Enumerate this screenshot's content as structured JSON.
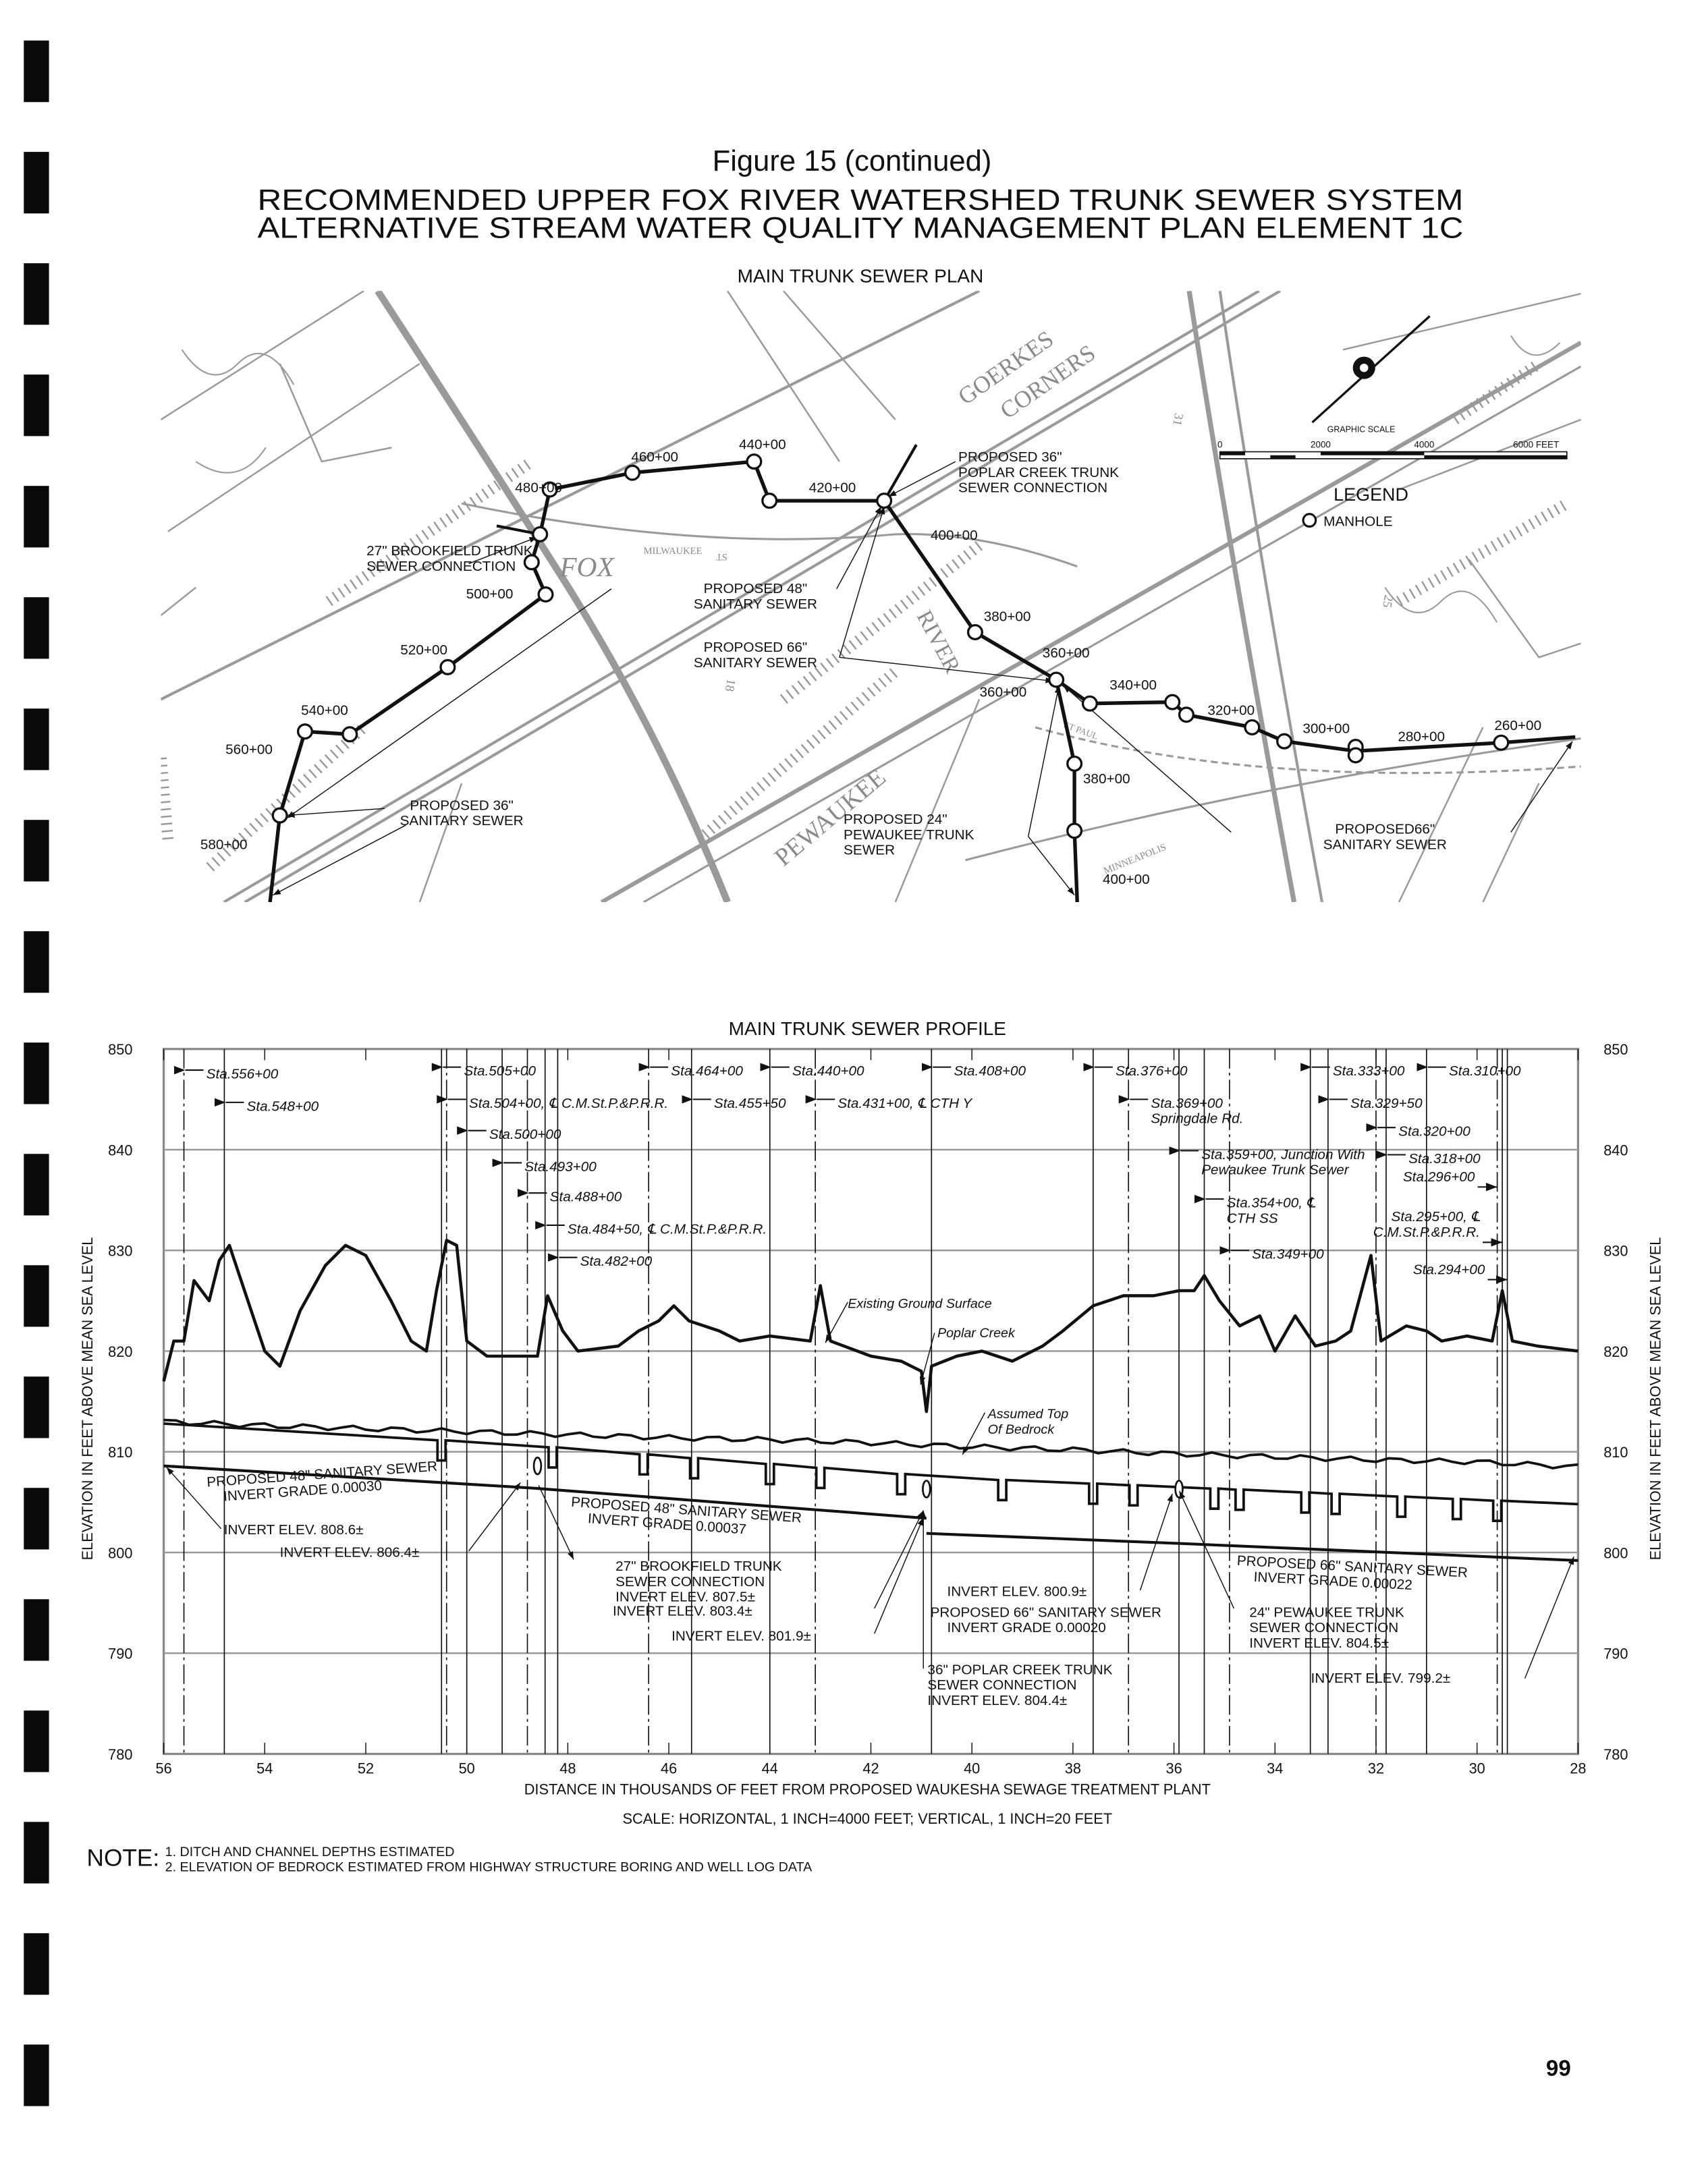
{
  "page": {
    "figure_label": "Figure 15 (continued)",
    "title_line1": "RECOMMENDED UPPER FOX RIVER WATERSHED TRUNK SEWER SYSTEM",
    "title_line2": "ALTERNATIVE STREAM WATER QUALITY MANAGEMENT PLAN ELEMENT 1C",
    "page_number": "99"
  },
  "plan": {
    "heading": "MAIN TRUNK SEWER PLAN",
    "stations": [
      "580+00",
      "560+00",
      "540+00",
      "520+00",
      "500+00",
      "480+00",
      "460+00",
      "440+00",
      "420+00",
      "400+00",
      "380+00",
      "360+00",
      "360+00",
      "340+00",
      "320+00",
      "300+00",
      "280+00",
      "260+00",
      "380+00",
      "400+00"
    ],
    "callouts": [
      {
        "lines": [
          "27\" BROOKFIELD TRUNK",
          "SEWER CONNECTION"
        ]
      },
      {
        "lines": [
          "PROPOSED 48\"",
          "SANITARY SEWER"
        ]
      },
      {
        "lines": [
          "PROPOSED 66\"",
          "SANITARY SEWER"
        ]
      },
      {
        "lines": [
          "PROPOSED 36\"",
          "POPLAR CREEK TRUNK",
          "SEWER CONNECTION"
        ]
      },
      {
        "lines": [
          "PROPOSED 36\"",
          "SANITARY SEWER"
        ]
      },
      {
        "lines": [
          "PROPOSED 24\"",
          "PEWAUKEE TRUNK",
          "SEWER"
        ]
      },
      {
        "lines": [
          "PROPOSED66\"",
          "SANITARY SEWER"
        ]
      }
    ],
    "map_labels": [
      "GOERKES",
      "CORNERS",
      "FOX",
      "RIVER",
      "PEWAUKEE",
      "MILWAUKEE",
      "ST",
      "ST PAUL",
      "MINNEAPOLIS",
      "18",
      "25",
      "31"
    ],
    "graphic_scale": {
      "title": "GRAPHIC SCALE",
      "ticks": [
        "0",
        "2000",
        "4000",
        "6000 FEET"
      ]
    },
    "legend": {
      "title": "LEGEND",
      "items": [
        {
          "label": "MANHOLE"
        }
      ]
    }
  },
  "chart_data": {
    "type": "line",
    "title": "MAIN TRUNK SEWER PROFILE",
    "xlabel": "DISTANCE IN THOUSANDS OF FEET FROM PROPOSED WAUKESHA SEWAGE TREATMENT PLANT",
    "ylabel": "ELEVATION IN FEET ABOVE MEAN SEA LEVEL",
    "scale_note": "SCALE: HORIZONTAL, 1 INCH=4000 FEET; VERTICAL, 1 INCH=20 FEET",
    "xlim": [
      56,
      28
    ],
    "ylim": [
      780,
      850
    ],
    "grid": true,
    "xticks": [
      "56",
      "54",
      "52",
      "50",
      "48",
      "46",
      "44",
      "42",
      "40",
      "38",
      "36",
      "34",
      "32",
      "30",
      "28"
    ],
    "yticks": [
      "850",
      "840",
      "830",
      "820",
      "810",
      "800",
      "790",
      "780"
    ],
    "series": [
      {
        "name": "Existing Ground Surface",
        "x": [
          56.0,
          55.8,
          55.6,
          55.4,
          55.1,
          54.9,
          54.7,
          54.4,
          54.0,
          53.7,
          53.3,
          52.8,
          52.4,
          52.0,
          51.5,
          51.1,
          50.8,
          50.6,
          50.4,
          50.2,
          50.0,
          49.6,
          49.0,
          48.6,
          48.4,
          48.1,
          47.8,
          47.0,
          46.6,
          46.2,
          45.9,
          45.6,
          45.0,
          44.6,
          44.0,
          43.2,
          43.0,
          42.8,
          42.0,
          41.4,
          41.0,
          40.9,
          40.8,
          40.3,
          39.8,
          39.2,
          38.6,
          38.2,
          37.6,
          37.0,
          36.4,
          35.9,
          35.6,
          35.4,
          35.1,
          34.7,
          34.3,
          34.0,
          33.6,
          33.2,
          32.8,
          32.5,
          32.1,
          31.9,
          31.4,
          31.0,
          30.7,
          30.2,
          29.7,
          29.5,
          29.3,
          28.8,
          28.0
        ],
        "y": [
          817,
          821,
          821,
          827,
          825,
          829,
          830.5,
          826,
          820,
          818.5,
          824,
          828.5,
          830.5,
          829.5,
          825,
          821,
          820,
          826,
          831,
          830.5,
          821,
          819.5,
          819.5,
          819.5,
          825.5,
          822,
          820,
          820.5,
          822,
          823,
          824.5,
          823,
          822,
          821,
          821.5,
          821,
          826.5,
          821,
          819.5,
          819,
          818,
          814,
          818.5,
          819.5,
          820,
          819,
          820.5,
          822,
          824.5,
          825.5,
          825.5,
          826,
          826,
          827.5,
          825,
          822.5,
          823.5,
          820,
          823.5,
          820.5,
          821,
          822,
          829.5,
          821,
          822.5,
          822,
          821,
          821.5,
          821,
          826,
          821,
          820.5,
          820
        ]
      },
      {
        "name": "Assumed Top Of Bedrock",
        "x": [
          56,
          54,
          52,
          50,
          48,
          46,
          44,
          42,
          40,
          38,
          36,
          34,
          32,
          30,
          28
        ],
        "y": [
          813,
          812.6,
          812.3,
          812,
          811.7,
          811.4,
          811.2,
          810.9,
          810.5,
          810.2,
          809.8,
          809.5,
          809.2,
          809,
          808.5
        ]
      },
      {
        "name": "Proposed 48\" Sanitary Sewer Invert",
        "x": [
          56,
          48.7,
          40.9
        ],
        "y": [
          808.6,
          806.4,
          803.4
        ]
      },
      {
        "name": "Proposed 66\" Sanitary Sewer Invert",
        "x": [
          40.9,
          35.9,
          28
        ],
        "y": [
          801.9,
          800.9,
          799.2
        ]
      }
    ],
    "crown_notches": [
      50.5,
      48.3,
      46.5,
      45.5,
      44.0,
      43.0,
      41.4,
      39.4,
      37.6,
      36.8,
      35.2,
      34.7,
      33.4,
      32.8,
      31.5,
      30.4,
      29.6
    ],
    "manholes": [
      {
        "x": 48.6,
        "y": 808.6
      },
      {
        "x": 40.9,
        "y": 806.3
      },
      {
        "x": 35.9,
        "y": 806.3
      }
    ],
    "station_labels": [
      {
        "station": 55.6,
        "lines": [
          "Sta.556+00"
        ]
      },
      {
        "station": 54.8,
        "lines": [
          "Sta.548+00"
        ]
      },
      {
        "station": 50.5,
        "lines": [
          "Sta.505+00"
        ]
      },
      {
        "station": 50.4,
        "lines": [
          "Sta.504+00, ℄ C.M.St.P.&P.R.R."
        ]
      },
      {
        "station": 50.0,
        "lines": [
          "Sta.500+00"
        ]
      },
      {
        "station": 49.3,
        "lines": [
          "Sta.493+00"
        ]
      },
      {
        "station": 48.8,
        "lines": [
          "Sta.488+00"
        ]
      },
      {
        "station": 48.45,
        "lines": [
          "Sta.484+50, ℄ C.M.St.P.&P.R.R."
        ]
      },
      {
        "station": 48.2,
        "lines": [
          "Sta.482+00"
        ]
      },
      {
        "station": 46.4,
        "lines": [
          "Sta.464+00"
        ]
      },
      {
        "station": 45.55,
        "lines": [
          "Sta.455+50"
        ]
      },
      {
        "station": 44.0,
        "lines": [
          "Sta.440+00"
        ]
      },
      {
        "station": 43.1,
        "lines": [
          "Sta.431+00, ℄ CTH Y"
        ]
      },
      {
        "station": 40.8,
        "lines": [
          "Sta.408+00"
        ]
      },
      {
        "station": 37.6,
        "lines": [
          "Sta.376+00"
        ]
      },
      {
        "station": 36.9,
        "lines": [
          "Sta.369+00",
          "Springdale Rd."
        ]
      },
      {
        "station": 35.9,
        "lines": [
          "Sta.359+00, Junction With",
          "Pewaukee Trunk Sewer"
        ]
      },
      {
        "station": 35.4,
        "lines": [
          "Sta.354+00, ℄",
          "CTH SS"
        ]
      },
      {
        "station": 34.9,
        "lines": [
          "Sta.349+00"
        ]
      },
      {
        "station": 33.3,
        "lines": [
          "Sta.333+00"
        ]
      },
      {
        "station": 32.95,
        "lines": [
          "Sta.329+50"
        ]
      },
      {
        "station": 32.0,
        "lines": [
          "Sta.320+00"
        ]
      },
      {
        "station": 31.8,
        "lines": [
          "Sta.318+00"
        ]
      },
      {
        "station": 31.0,
        "lines": [
          "Sta.310+00"
        ]
      },
      {
        "station": 29.6,
        "lines": [
          "Sta.296+00"
        ]
      },
      {
        "station": 29.5,
        "lines": [
          "Sta.295+00, ℄",
          "C.M.St.P.&P.R.R."
        ]
      },
      {
        "station": 29.4,
        "lines": [
          "Sta.294+00"
        ]
      }
    ],
    "annotations": [
      {
        "lines": [
          "PROPOSED 48\" SANITARY SEWER",
          "INVERT GRADE 0.00030"
        ]
      },
      {
        "lines": [
          "INVERT ELEV. 808.6±"
        ]
      },
      {
        "lines": [
          "INVERT ELEV. 806.4±"
        ]
      },
      {
        "lines": [
          "PROPOSED 48\" SANITARY SEWER",
          "INVERT GRADE 0.00037"
        ]
      },
      {
        "lines": [
          "27\" BROOKFIELD TRUNK",
          "SEWER CONNECTION",
          "INVERT ELEV. 807.5±"
        ]
      },
      {
        "lines": [
          "INVERT ELEV. 803.4±"
        ]
      },
      {
        "lines": [
          "INVERT ELEV. 801.9±"
        ]
      },
      {
        "lines": [
          "36\" POPLAR CREEK TRUNK",
          "SEWER CONNECTION",
          "INVERT ELEV. 804.4±"
        ]
      },
      {
        "lines": [
          "INVERT ELEV. 800.9±"
        ]
      },
      {
        "lines": [
          "PROPOSED 66\" SANITARY SEWER",
          "INVERT GRADE 0.00020"
        ]
      },
      {
        "lines": [
          "24\" PEWAUKEE TRUNK",
          "SEWER CONNECTION",
          "INVERT ELEV. 804.5±"
        ]
      },
      {
        "lines": [
          "PROPOSED 66\" SANITARY SEWER",
          "INVERT GRADE 0.00022"
        ]
      },
      {
        "lines": [
          "INVERT ELEV. 799.2±"
        ]
      },
      {
        "lines": [
          "Existing Ground Surface"
        ]
      },
      {
        "lines": [
          "Poplar Creek"
        ]
      },
      {
        "lines": [
          "Assumed Top",
          "Of Bedrock"
        ]
      }
    ]
  },
  "notes": {
    "label": "NOTE:",
    "items": [
      "1. DITCH AND CHANNEL DEPTHS ESTIMATED",
      "2. ELEVATION OF BEDROCK ESTIMATED FROM HIGHWAY STRUCTURE BORING AND WELL LOG DATA"
    ]
  }
}
